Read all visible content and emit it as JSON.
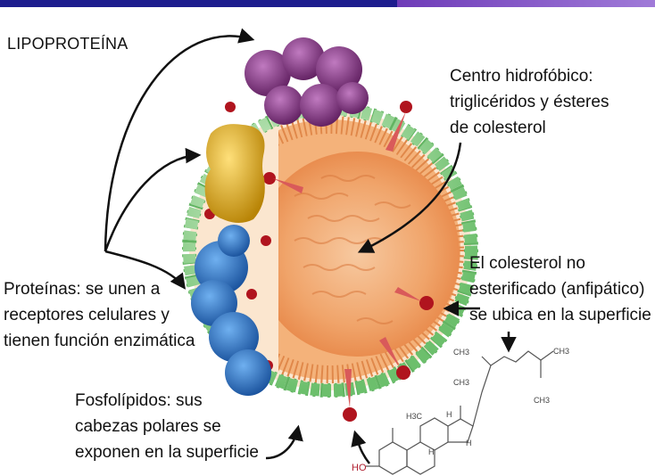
{
  "title": "LIPOPROTEÍNA",
  "labels": {
    "center_1": "Centro hidrofóbico:",
    "center_2": "triglicéridos y ésteres",
    "center_3": "de colesterol",
    "chol_1": "El colesterol no",
    "chol_2": "esterificado (anfipático)",
    "chol_3": "se ubica en la superficie",
    "prot_1": "Proteínas: se unen a",
    "prot_2": "receptores celulares y",
    "prot_3": "tienen función enzimática",
    "fosfo_1": "Fosfolípidos: sus",
    "fosfo_2": "cabezas polares se",
    "fosfo_3": "exponen en la superficie"
  },
  "molecule_labels": {
    "ch3_top_left": "CH3",
    "ch3_top_right": "CH3",
    "ch3_right": "CH3",
    "ch3_ring": "CH3",
    "h3c": "H3C",
    "h_1": "H",
    "h_2": "H",
    "h_3": "H",
    "ho": "HO"
  },
  "colors": {
    "bar_dark": "#1d1d8e",
    "bar_light": "#8c62cc",
    "protein_purple": "#7a2c78",
    "protein_yellow": "#d9a514",
    "protein_blue": "#2466b8",
    "phospholipid_head": "#7fc77f",
    "cholesterol_red": "#b0141e",
    "core_orange": "#f0a46a"
  }
}
